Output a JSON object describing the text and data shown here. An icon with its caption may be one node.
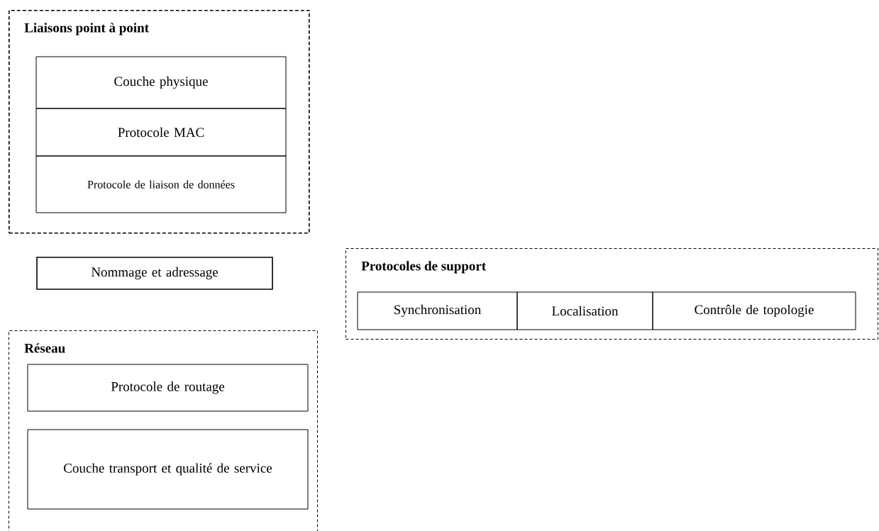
{
  "diagram": {
    "nodes": [
      {
        "text": [
          "Liaisons point à point"
        ]
      },
      {
        "text": [
          "Couche physique"
        ],
        "in": 0
      },
      {
        "text": [
          "Protocole MAC"
        ],
        "in": 0
      },
      {
        "text": [
          "Protocole de liaison de données"
        ],
        "in": 0
      },
      {
        "text": [
          "Nommage et adressage"
        ]
      },
      {
        "text": [
          "Protocoles de support"
        ]
      },
      {
        "text": [
          "Synchronisation"
        ],
        "in": 5
      },
      {
        "text": [
          "Localisation"
        ],
        "in": 5
      },
      {
        "text": [
          "Contrôle de topologie"
        ],
        "in": 5
      },
      {
        "text": [
          "Réseau"
        ]
      },
      {
        "text": [
          "Protocole de routage"
        ],
        "in": 9
      },
      {
        "text": [
          "Couche transport et qualité de service"
        ],
        "in": 9
      }
    ]
  }
}
